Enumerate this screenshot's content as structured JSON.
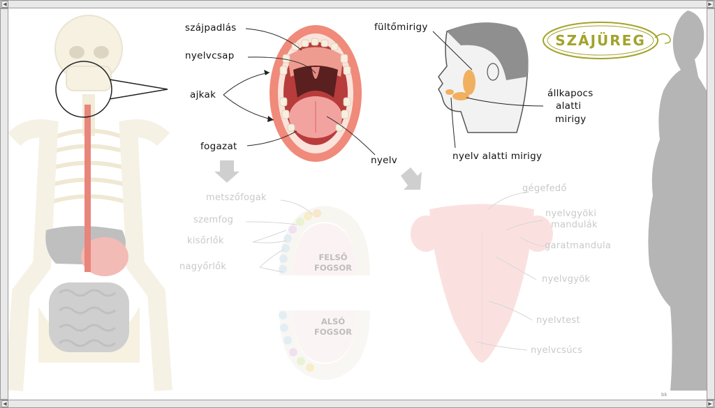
{
  "title": "SZÁJÜREG",
  "labels": {
    "szajpadlas": "szájpadlás",
    "nyelvcsap": "nyelvcsap",
    "ajkak": "ajkak",
    "fogazat": "fogazat",
    "nyelv": "nyelv",
    "fultomirigy": "fültőmirigy",
    "allkapocs": "állkapocs",
    "alatti": "alatti",
    "mirigy": "mirigy",
    "nyelv_alatti_mirigy": "nyelv alatti mirigy"
  },
  "teeth_labels": {
    "metszofogak": "metszőfogak",
    "szemfog": "szemfog",
    "kisorlok": "kisőrlők",
    "nagyorlok": "nagyőrlők",
    "felso_1": "FELSŐ",
    "felso_2": "FOGSOR",
    "also_1": "ALSÓ",
    "also_2": "FOGSOR"
  },
  "tongue_labels": {
    "gegefedo": "gégefedő",
    "nyelvgyoki_1": "nyelvgyöki",
    "nyelvgyoki_2": "mandulák",
    "garatmandula": "garatmandula",
    "nyelvgyok": "nyelvgyök",
    "nyelvtest": "nyelvtest",
    "nyelvcsucs": "nyelvcsúcs"
  },
  "credit": "bk",
  "colors": {
    "title": "#a2a32a",
    "lips": "#f08a7a",
    "tongue": "#f2a3a0",
    "gland": "#f0b060",
    "silhouette": "#b5b5b5"
  }
}
